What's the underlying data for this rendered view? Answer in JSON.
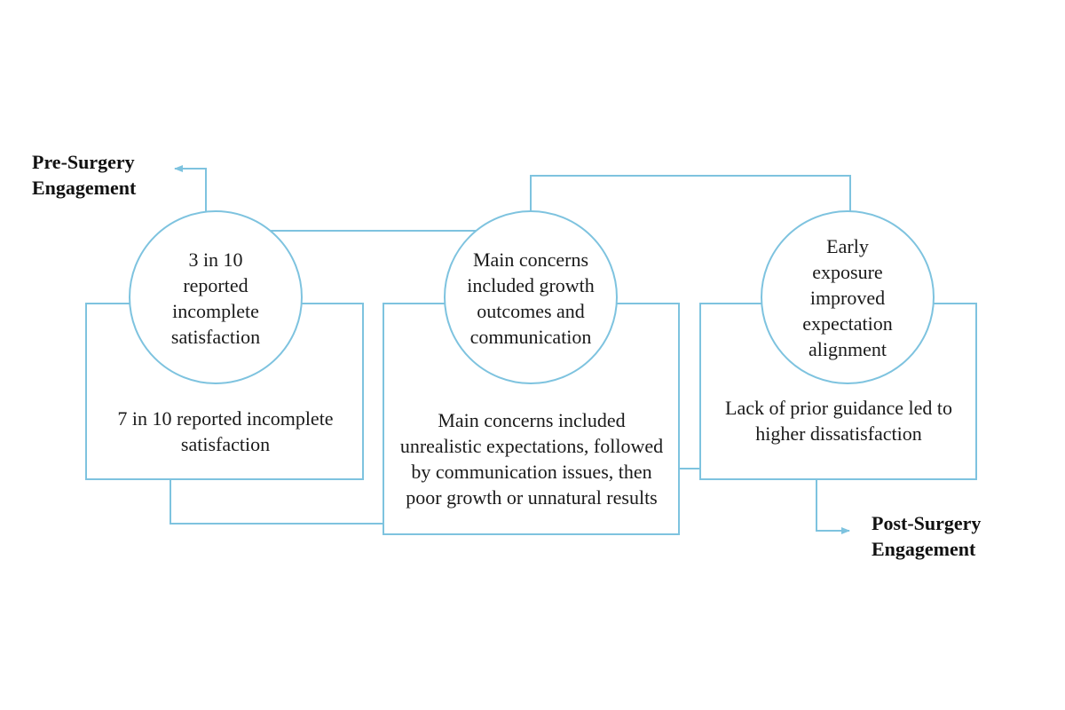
{
  "headings": {
    "pre_surgery": "Pre-Surgery\nEngagement",
    "post_surgery": "Post-Surgery\nEngagement"
  },
  "circles": {
    "left": "3 in 10 reported incomplete satisfaction",
    "middle": "Main concerns included growth outcomes and communication",
    "right": "Early exposure improved expectation alignment"
  },
  "boxes": {
    "left": "7 in 10 reported incomplete satisfaction",
    "middle": "Main concerns included unrealistic expectations, followed by communication issues, then poor growth or unnatural results",
    "right": "Lack of prior guidance led to higher dissatisfaction"
  },
  "colors": {
    "connector": "#7ec3df",
    "text": "#1a1a1a",
    "background": "#ffffff"
  }
}
